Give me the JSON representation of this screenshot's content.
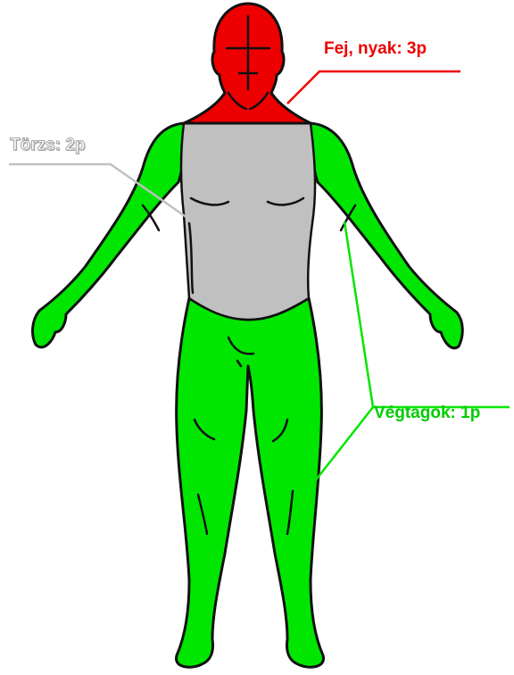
{
  "colors": {
    "head_neck": "#ee0000",
    "torso": "#c0c0c0",
    "limbs": "#00e600",
    "outline": "#111111",
    "torso_label_text": "#a6a6a6",
    "limbs_label_text": "#00cc00"
  },
  "labels": {
    "head_neck": "Fej, nyak: 3p",
    "torso": "Törzs: 2p",
    "limbs": "Végtagok: 1p"
  },
  "regions": [
    {
      "key": "head_neck",
      "points": 3
    },
    {
      "key": "torso",
      "points": 2
    },
    {
      "key": "limbs",
      "points": 1
    }
  ]
}
